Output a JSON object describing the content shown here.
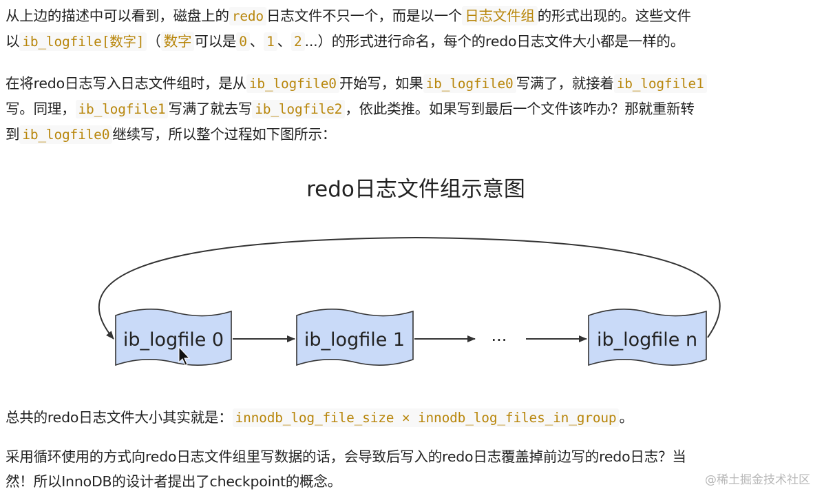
{
  "p1": {
    "l1_a": "从上边的描述中可以看到，磁盘上的",
    "l1_code": "redo",
    "l1_b": "日志文件不只一个，而是以一个",
    "l1_hl": "日志文件组",
    "l1_c": "的形式出现的。这些文件",
    "l2_a": "以",
    "l2_code": "ib_logfile[数字]",
    "l2_b": "（",
    "l2_hl": "数字",
    "l2_c": "可以是",
    "l2_code2": "0",
    "l2_d": "、",
    "l2_code3": "1",
    "l2_e": "、",
    "l2_code4": "2",
    "l2_f": "...）的形式进行命名，每个的redo日志文件大小都是一样的。"
  },
  "p2": {
    "l1_a": "在将redo日志写入日志文件组时，是从",
    "l1_code": "ib_logfile0",
    "l1_b": "开始写，如果",
    "l1_code2": "ib_logfile0",
    "l1_c": "写满了，就接着",
    "l1_code3": "ib_logfile1",
    "l2_a": "写。同理，",
    "l2_code": "ib_logfile1",
    "l2_b": "写满了就去写",
    "l2_code2": "ib_logfile2",
    "l2_c": "，依此类推。如果写到最后一个文件该咋办？那就重新转",
    "l3_a": "到",
    "l3_code": "ib_logfile0",
    "l3_b": "继续写，所以整个过程如下图所示："
  },
  "diagram": {
    "title": "redo日志文件组示意图",
    "file0": "ib_logfile 0",
    "file1": "ib_logfile 1",
    "ellipsis": "···",
    "filen": "ib_logfile n",
    "fill": "#c9daf8",
    "stroke": "#333333"
  },
  "p3": {
    "a": "总共的redo日志文件大小其实就是：",
    "code": "innodb_log_file_size × innodb_log_files_in_group",
    "b": "。"
  },
  "p4": {
    "l1": "采用循环使用的方式向redo日志文件组里写数据的话，会导致后写入的redo日志覆盖掉前边写的redo日志？当",
    "l2": "然！所以InnoDB的设计者提出了checkpoint的概念。"
  },
  "watermark": "@稀土掘金技术社区"
}
